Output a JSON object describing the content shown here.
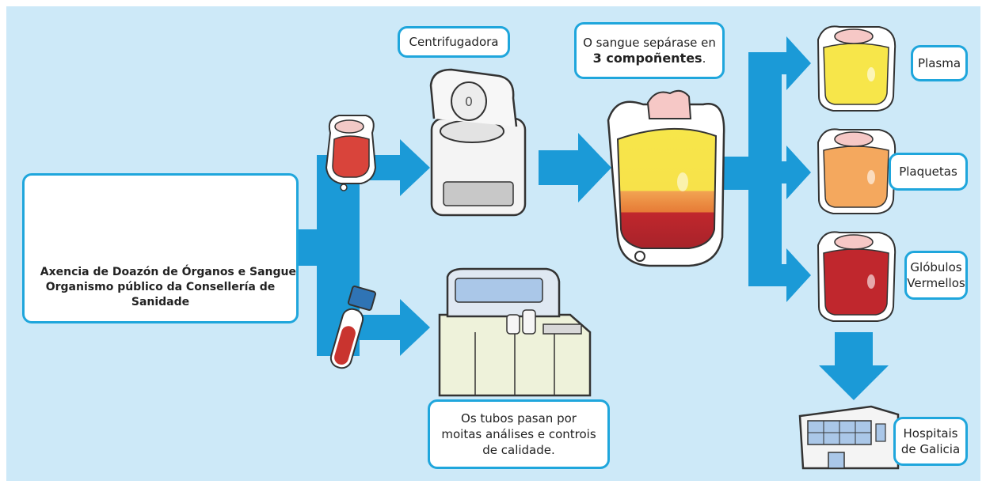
{
  "colors": {
    "background": "#cde9f8",
    "arrow": "#1b9ad7",
    "box_border": "#1fa6dc",
    "plasma": "#f7e64a",
    "platelets": "#f4a85e",
    "red_cells": "#c0272d"
  },
  "agency": {
    "line1": "Axencia de Doazón de Órganos e Sangue",
    "line2": "Organismo público da Consellería de Sanidade"
  },
  "centrifuge_label": "Centrifugadora",
  "separation": {
    "line1": "O sangue sepárase en",
    "bold": "3 compoñentes",
    "suffix": "."
  },
  "tests_label": {
    "line1": "Os tubos pasan por",
    "line2": "moitas análises e controis",
    "line3": "de calidade."
  },
  "components": [
    {
      "label": "Plasma"
    },
    {
      "label": "Plaquetas"
    },
    {
      "line1": "Glóbulos",
      "line2": "Vermellos"
    }
  ],
  "hospitals": {
    "line1": "Hospitais",
    "line2": "de Galicia"
  },
  "icons": [
    "building-icon",
    "blood-bag-icon",
    "test-tube-icon",
    "centrifuge-icon",
    "analyzer-machine-icon",
    "hospital-icon"
  ]
}
